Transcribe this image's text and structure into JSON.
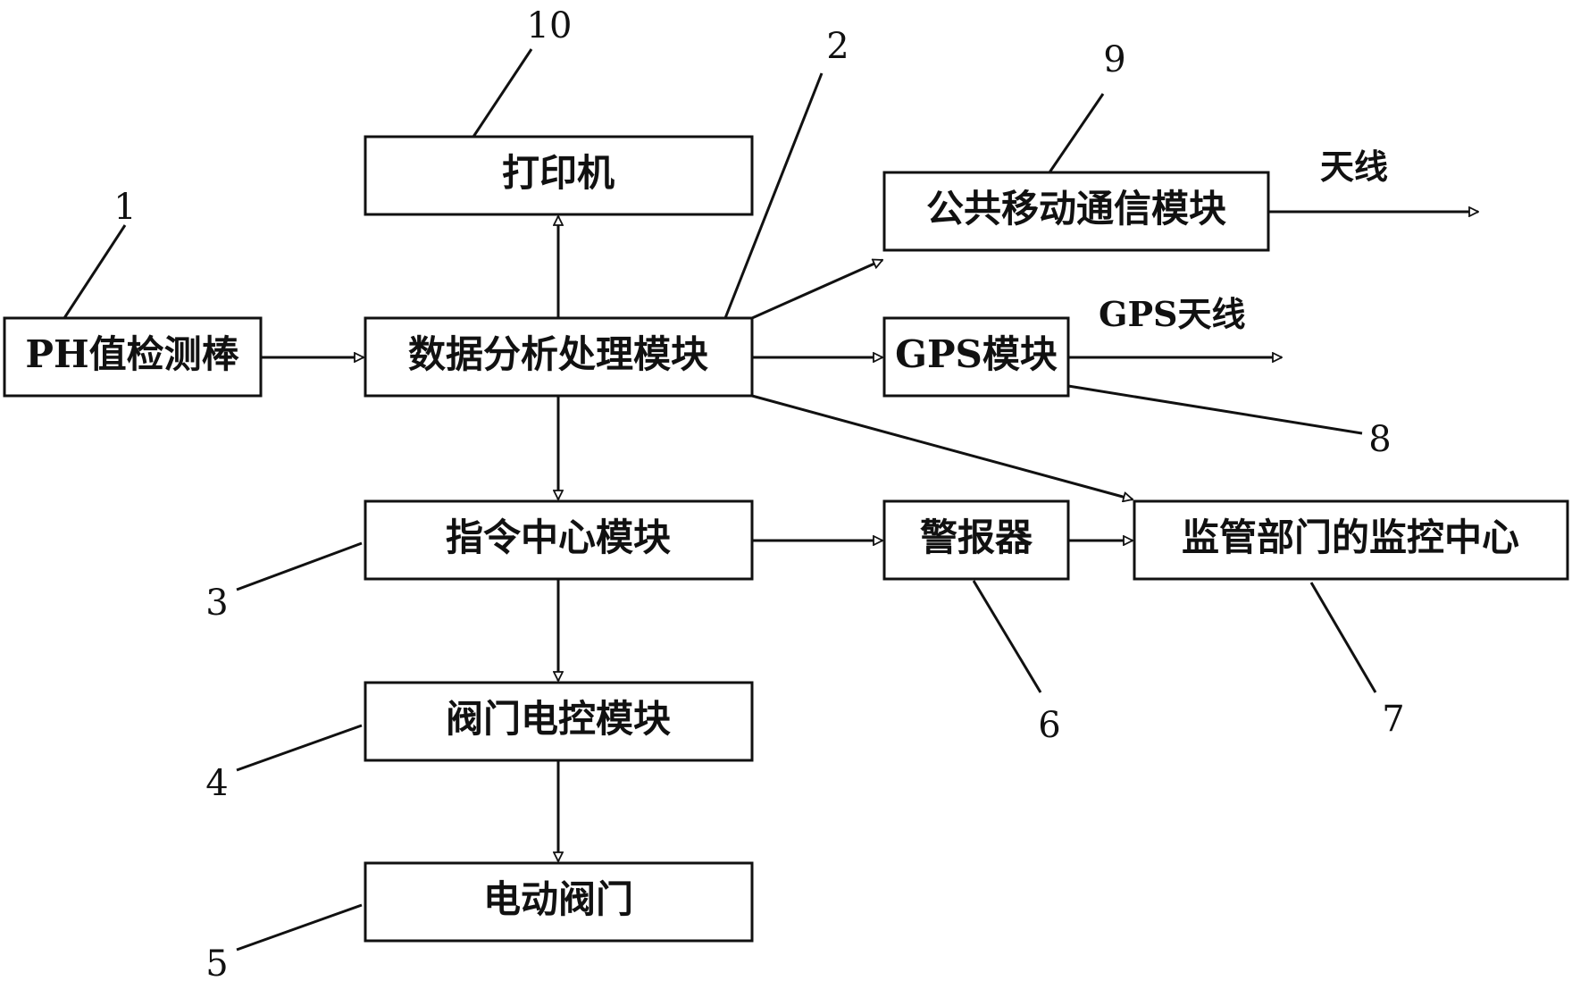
{
  "nodes": {
    "ph_probe": "PH值检测棒",
    "data_module": "数据分析处理模块",
    "printer": "打印机",
    "mobile_comm": "公共移动通信模块",
    "gps_module": "GPS模块",
    "command_center": "指令中心模块",
    "alarm": "警报器",
    "monitor_center": "监管部门的监控中心",
    "valve_control": "阀门电控模块",
    "electric_valve": "电动阀门"
  },
  "edge_labels": {
    "antenna": "天线",
    "gps_antenna": "GPS天线"
  },
  "reference_numbers": {
    "ph_probe": "1",
    "data_module": "2",
    "command_center": "3",
    "valve_control": "4",
    "electric_valve": "5",
    "alarm": "6",
    "monitor_center": "7",
    "gps_module": "8",
    "mobile_comm": "9",
    "printer": "10"
  }
}
